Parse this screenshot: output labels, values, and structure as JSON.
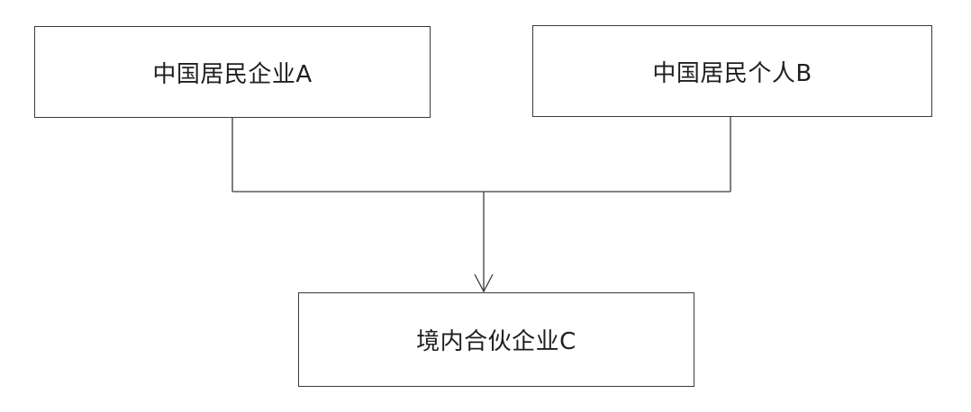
{
  "diagram": {
    "nodes": {
      "a": {
        "label": "中国居民企业A"
      },
      "b": {
        "label": "中国居民个人B"
      },
      "c": {
        "label": "境内合伙企业C"
      }
    },
    "edges": [
      {
        "from": "a",
        "to": "c"
      },
      {
        "from": "b",
        "to": "c"
      }
    ],
    "colors": {
      "line": "#3a3a3a",
      "text": "#1f1f1f",
      "background": "#ffffff"
    }
  }
}
